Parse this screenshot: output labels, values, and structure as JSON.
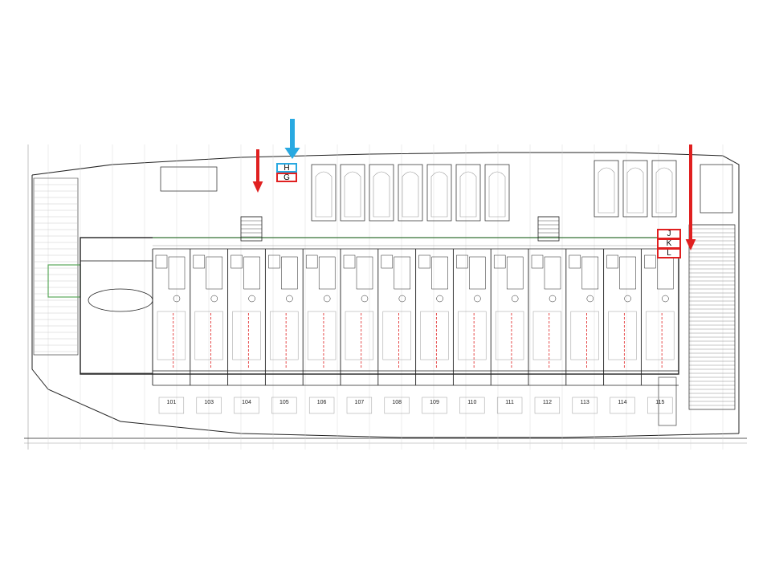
{
  "colors": {
    "line": "#222222",
    "light_line": "#9a9a9a",
    "red_accent": "#e02020",
    "blue_accent": "#29a9e1",
    "green_line": "#5aa85a",
    "paper": "#ffffff"
  },
  "markers": [
    {
      "id": "H",
      "label": "H",
      "color": "blue"
    },
    {
      "id": "G",
      "label": "G",
      "color": "red"
    },
    {
      "id": "J",
      "label": "J",
      "color": "red"
    },
    {
      "id": "K",
      "label": "K",
      "color": "red"
    },
    {
      "id": "L",
      "label": "L",
      "color": "red"
    }
  ],
  "units": [
    "101",
    "103",
    "104",
    "105",
    "106",
    "107",
    "108",
    "109",
    "110",
    "111",
    "112",
    "113",
    "114",
    "115"
  ],
  "icons": {
    "down_arrow_blue": "arrow-down-blue-icon",
    "down_arrow_red_left": "arrow-down-red-icon",
    "down_arrow_red_right": "arrow-down-red-icon"
  }
}
